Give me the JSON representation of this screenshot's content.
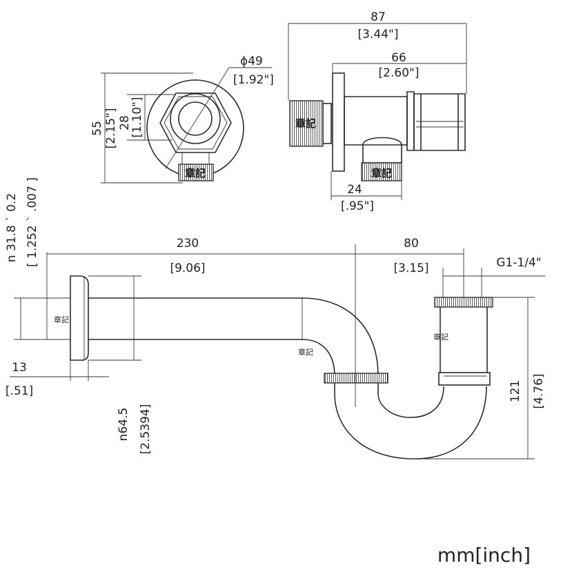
{
  "units": "mm[inch]",
  "watermark": "章記",
  "front_view": {
    "diameter": "ϕ49",
    "diameter_in": "[1.92\"]",
    "height": "55",
    "height_in": "[2.15\"]",
    "hex": "28",
    "hex_in": "[1.10\"]"
  },
  "side_view": {
    "overall": "87",
    "overall_in": "[3.44\"]",
    "body": "66",
    "body_in": "[2.60\"]",
    "outlet": "24",
    "outlet_in": "[.95\"]"
  },
  "trap": {
    "length": "230",
    "length_in": "[9.06]",
    "offset": "80",
    "offset_in": "[3.15]",
    "thread": "G1-1/4\"",
    "pipe_dia": "n 31.8 ` 0.2",
    "pipe_dia_in": "[ 1.252 ` .007 ]",
    "flange": "13",
    "flange_in": "[.51]",
    "flange_dia": "n64.5",
    "flange_dia_in": "[2.5394]",
    "depth": "121",
    "depth_in": "[4.76]"
  }
}
